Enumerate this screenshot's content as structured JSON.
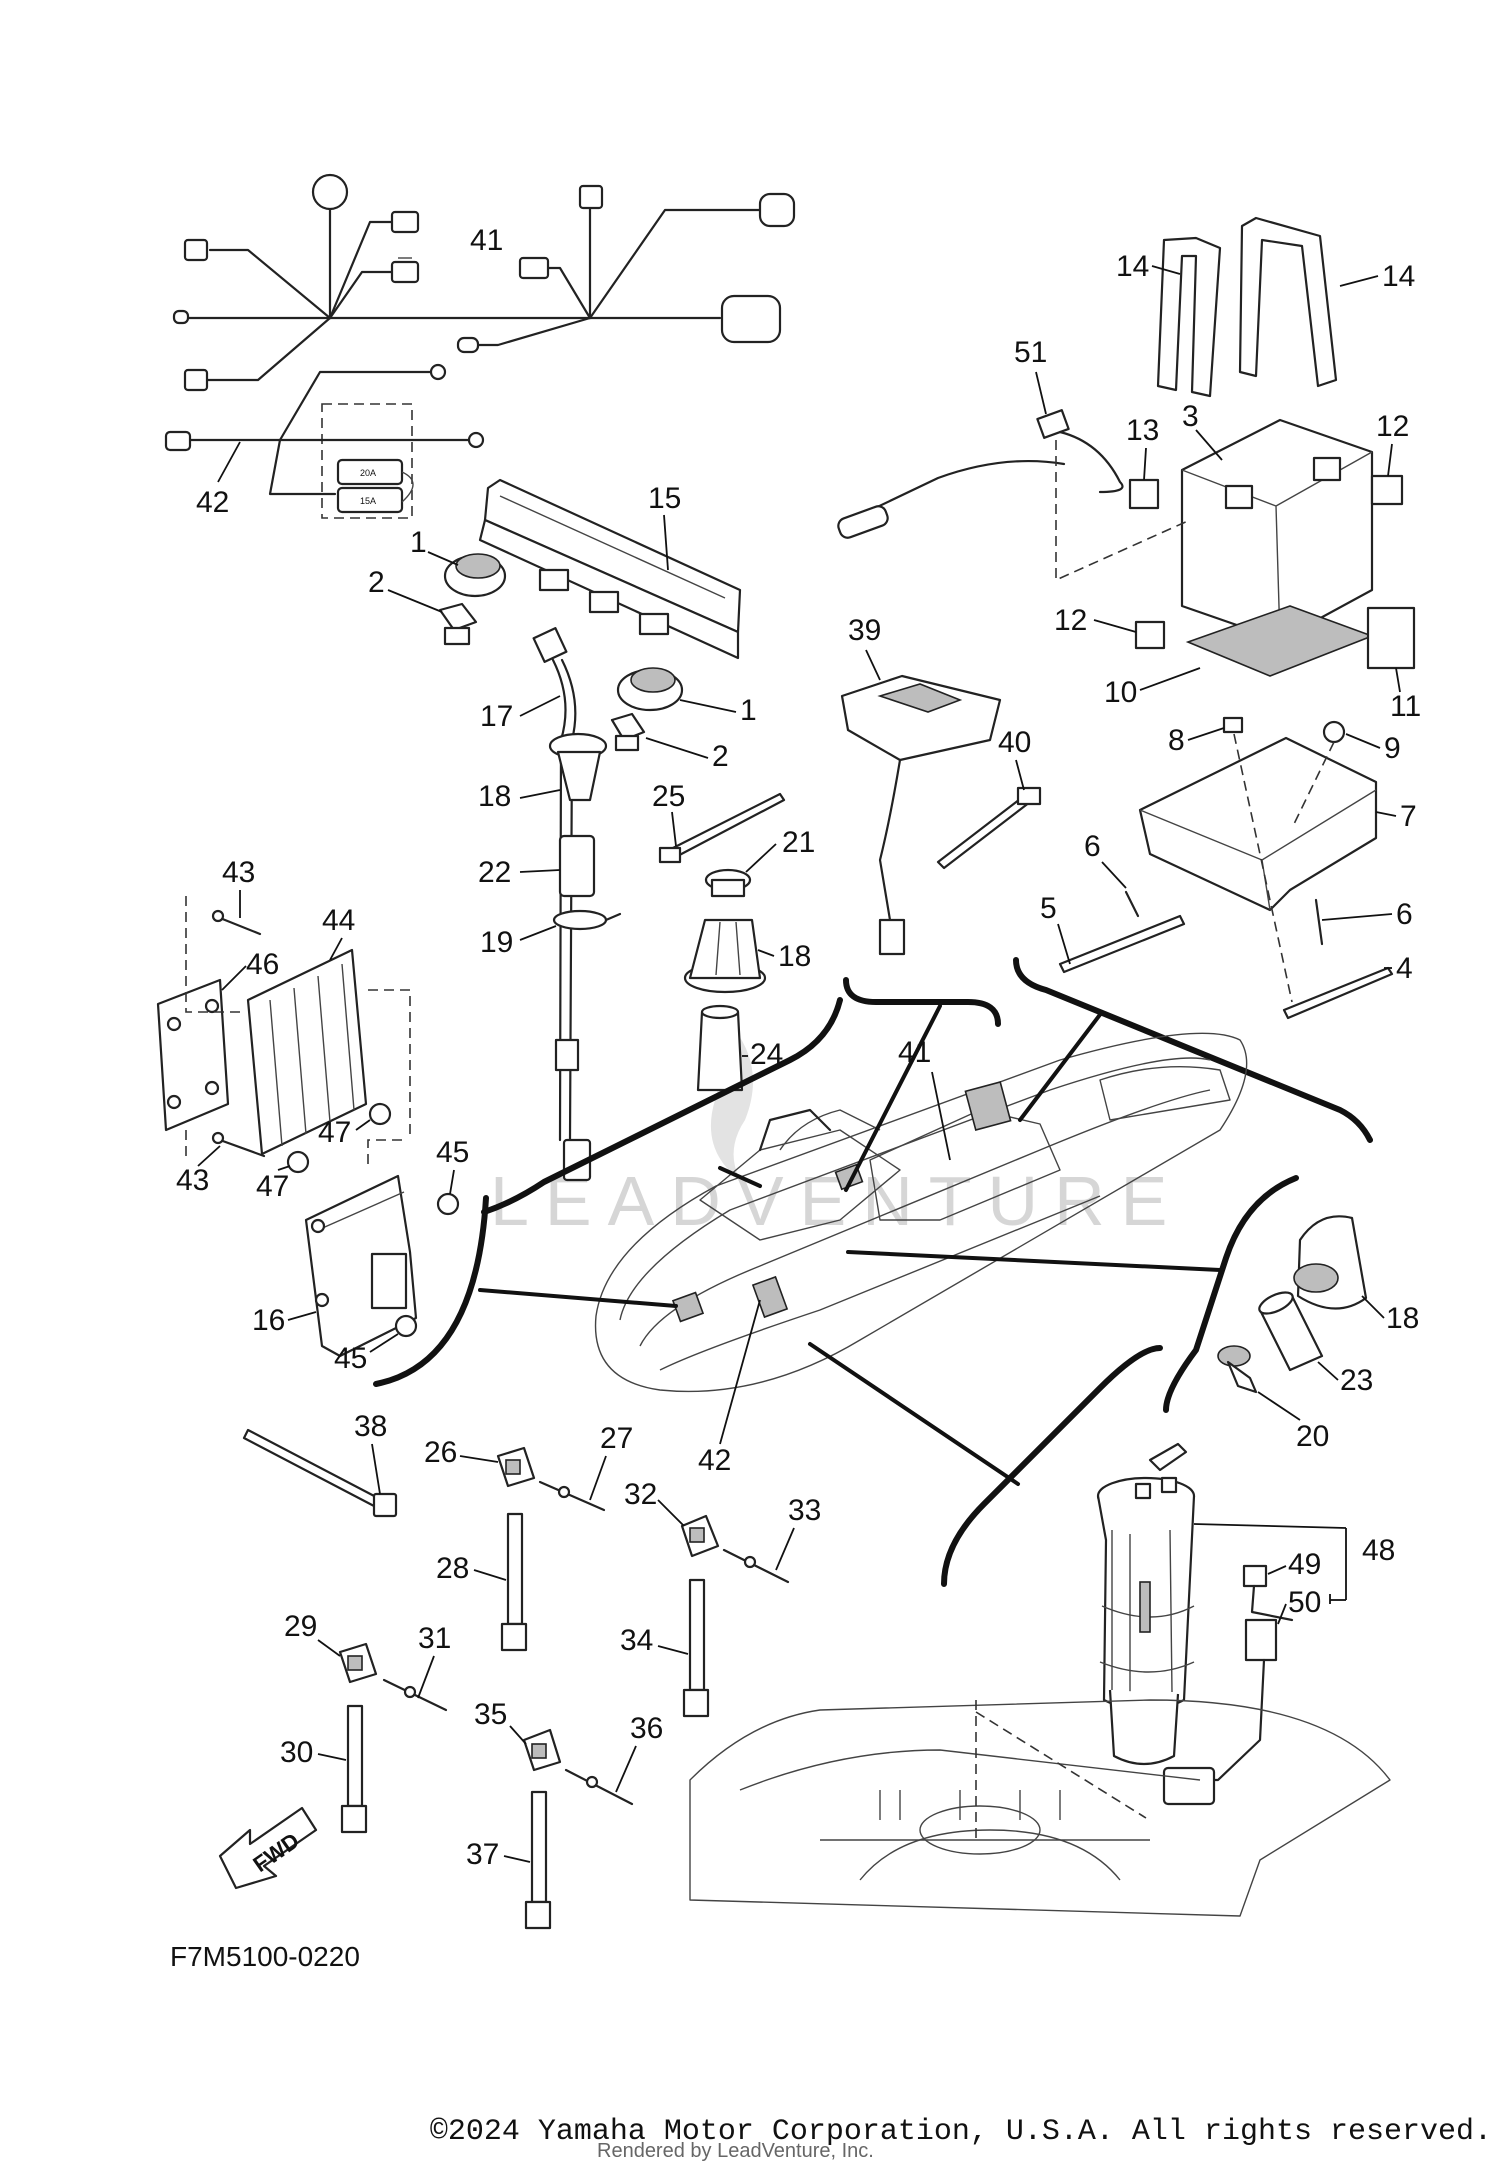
{
  "diagram": {
    "drawing_code": "F7M5100-0220",
    "fwd_label": "FWD",
    "fuse_labels": [
      "20A",
      "15A"
    ],
    "watermark": "LEADVENTURE",
    "callouts": [
      "1",
      "1",
      "2",
      "2",
      "3",
      "4",
      "5",
      "6",
      "6",
      "7",
      "8",
      "9",
      "10",
      "11",
      "12",
      "12",
      "13",
      "14",
      "14",
      "15",
      "16",
      "17",
      "18",
      "18",
      "18",
      "19",
      "20",
      "21",
      "22",
      "23",
      "24",
      "25",
      "26",
      "27",
      "28",
      "29",
      "30",
      "31",
      "32",
      "33",
      "34",
      "35",
      "36",
      "37",
      "38",
      "39",
      "40",
      "41",
      "41",
      "42",
      "42",
      "43",
      "43",
      "44",
      "45",
      "45",
      "46",
      "47",
      "47",
      "48",
      "49",
      "50",
      "51"
    ]
  },
  "footer": {
    "copyright": "©2024 Yamaha Motor Corporation, U.S.A. All rights reserved.",
    "rendered_by": "Rendered by LeadVenture, Inc."
  }
}
